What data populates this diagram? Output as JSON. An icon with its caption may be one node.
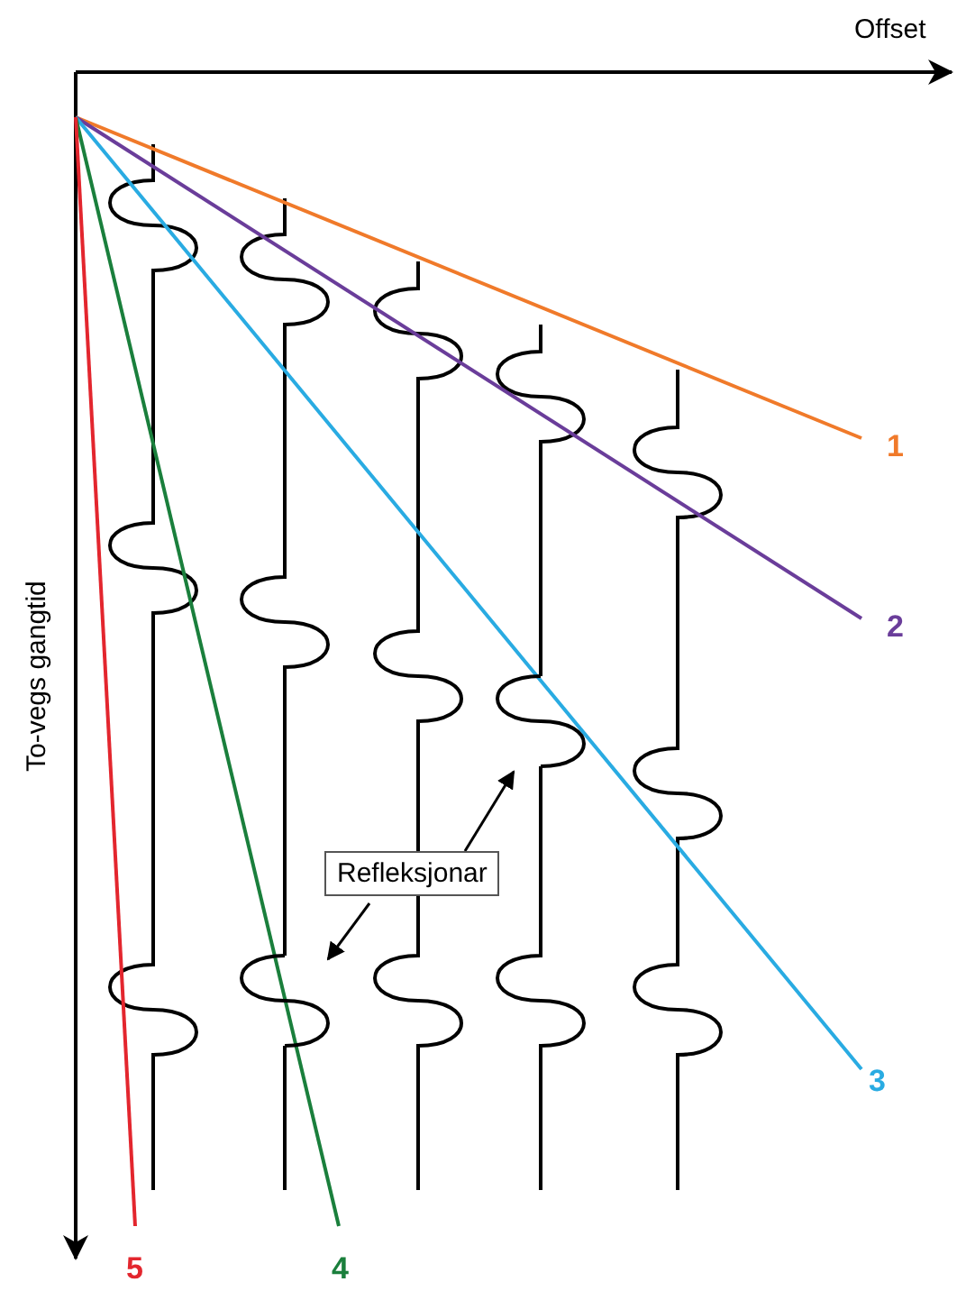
{
  "diagram": {
    "nodes": [
      {
        "text": [
          "Refleksjonar"
        ]
      },
      {
        "text": [],
        "shape": "curve"
      },
      {
        "text": [],
        "shape": "curve"
      }
    ],
    "edges": [
      {
        "from": 0,
        "to": 1,
        "arrow": "to"
      },
      {
        "from": 0,
        "to": 2,
        "arrow": "to"
      }
    ],
    "labels": [
      "Offset",
      "To-vegs gangtid",
      "1",
      "2",
      "3",
      "4",
      "5"
    ]
  }
}
